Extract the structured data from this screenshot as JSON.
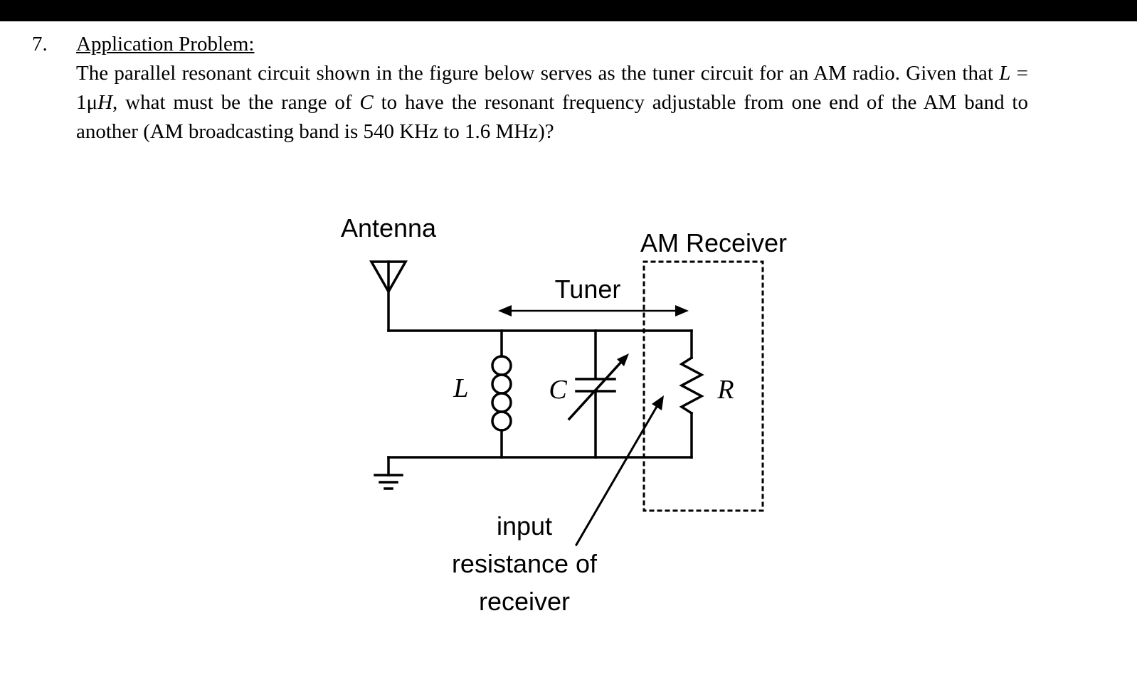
{
  "page": {
    "background": "#ffffff",
    "top_bar_color": "#000000",
    "ink_color": "#000000"
  },
  "problem": {
    "number": "7.",
    "heading": "Application Problem:",
    "body": {
      "s1": "The parallel resonant circuit shown in the figure below serves as the tuner circuit for an AM radio. Given that ",
      "s2": "L",
      "s3": " = 1μ",
      "s4": "H",
      "s5": ", what must be the range of ",
      "s6": "C",
      "s7": " to have the resonant frequency adjustable from one end of the AM band to another (AM broadcasting band is 540 KHz to 1.6 MHz)?"
    }
  },
  "figure": {
    "labels": {
      "antenna": "Antenna",
      "am_receiver": "AM Receiver",
      "tuner": "Tuner",
      "inductor": "L",
      "capacitor": "C",
      "resistor": "R",
      "annotation_line1": "input",
      "annotation_line2": "resistance of",
      "annotation_line3": "receiver"
    }
  }
}
